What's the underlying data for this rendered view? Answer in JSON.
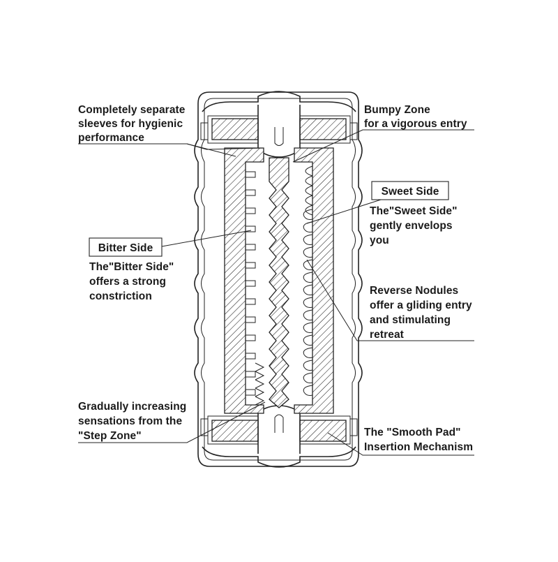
{
  "labels": {
    "separate_sleeves": [
      "Completely separate",
      "sleeves for hygienic",
      "performance"
    ],
    "bumpy_zone": [
      "Bumpy Zone",
      "for a vigorous entry"
    ],
    "sweet_side_title": "Sweet Side",
    "sweet_side_desc": [
      "The\"Sweet Side\"",
      "gently envelops",
      "you"
    ],
    "bitter_side_title": "Bitter Side",
    "bitter_side_desc": [
      "The\"Bitter Side\"",
      "offers a strong",
      "constriction"
    ],
    "reverse_nodules": [
      "Reverse Nodules",
      "offer a gliding entry",
      "and stimulating",
      "retreat"
    ],
    "step_zone": [
      "Gradually increasing",
      "sensations from the",
      "\"Step Zone\""
    ],
    "smooth_pad": [
      "The \"Smooth Pad\"",
      "Insertion Mechanism"
    ]
  },
  "colors": {
    "line": "#222222",
    "background": "#ffffff"
  }
}
